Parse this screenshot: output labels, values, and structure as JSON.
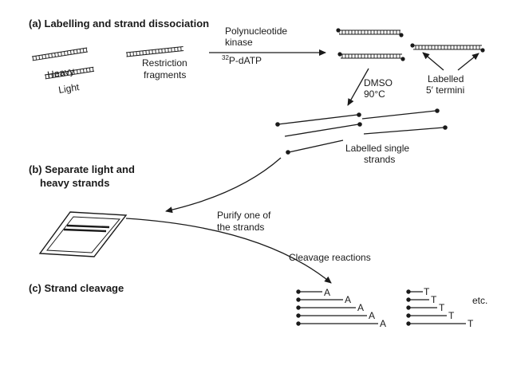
{
  "sections": {
    "a": "(a) Labelling and strand dissociation",
    "b_line1": "(b) Separate light and",
    "b_line2": "heavy strands",
    "c": "(c) Strand cleavage"
  },
  "labels": {
    "heavy": "Heavy",
    "light": "Light",
    "restriction_1": "Restriction",
    "restriction_2": "fragments",
    "kinase_1": "Polynucleotide",
    "kinase_2": "kinase",
    "isotope_sup": "32",
    "isotope_rest": "P-dATP",
    "dmso": "DMSO",
    "temp": "90°C",
    "labelled_termini_1": "Labelled",
    "labelled_termini_2": "5′ termini",
    "single_strands_1": "Labelled single",
    "single_strands_2": "strands",
    "purify_1": "Purify one of",
    "purify_2": "the strands",
    "cleavage": "Cleavage reactions",
    "etc": "etc."
  },
  "cleavage_left": [
    "A",
    "A",
    "A",
    "A",
    "A"
  ],
  "cleavage_right": [
    "T",
    "T",
    "T",
    "T",
    "T"
  ]
}
